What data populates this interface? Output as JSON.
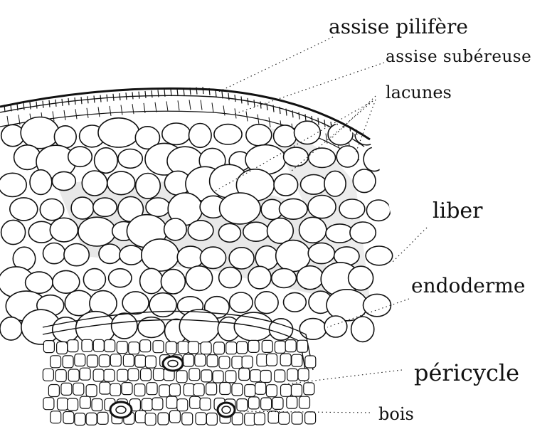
{
  "labels": {
    "assise_pilifere": "assise pilifère",
    "assise_subereuse": "assise subéreuse",
    "lacunes": "lacunes",
    "liber": "liber",
    "endoderme": "endoderme",
    "pericycle": "péricycle",
    "bois": "bois"
  },
  "colors": {
    "ink": "#111111",
    "stipple": "#a9a9a9",
    "background": "#ffffff"
  }
}
